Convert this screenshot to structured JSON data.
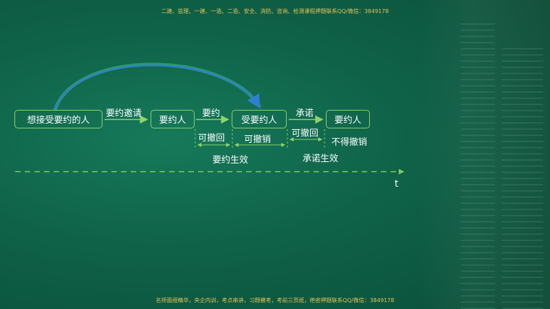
{
  "header_note": "二建、监理、一建、一造、二造、安全、消防、咨询、检测课程押题联系QQ/微信：3849178",
  "footer_note": "名师面授精华，央企内训，考点串讲，习题模考，考前三页纸，绝密押题联系QQ/微信：3849178",
  "nodes": {
    "offeree_intent": "想接受要约的人",
    "offeror_1": "要约人",
    "offeree": "受要约人",
    "offeror_2": "要约人"
  },
  "edges": {
    "invitation": "要约邀请",
    "offer": "要约",
    "acceptance": "承诺"
  },
  "annotations": {
    "revocable_1": "可撤回",
    "revocable_2": "可撤销",
    "revocable_3": "可撤回",
    "irrevocable": "不得撤销",
    "offer_effective": "要约生效",
    "acceptance_effective": "承诺生效",
    "time_axis": "t"
  },
  "colors": {
    "node_border": "#8fd36a",
    "arrow": "#8fd36a",
    "timeline": "#7fcf55",
    "curve_arrow": "#2f7fd0",
    "note_text": "#e6c35a"
  }
}
